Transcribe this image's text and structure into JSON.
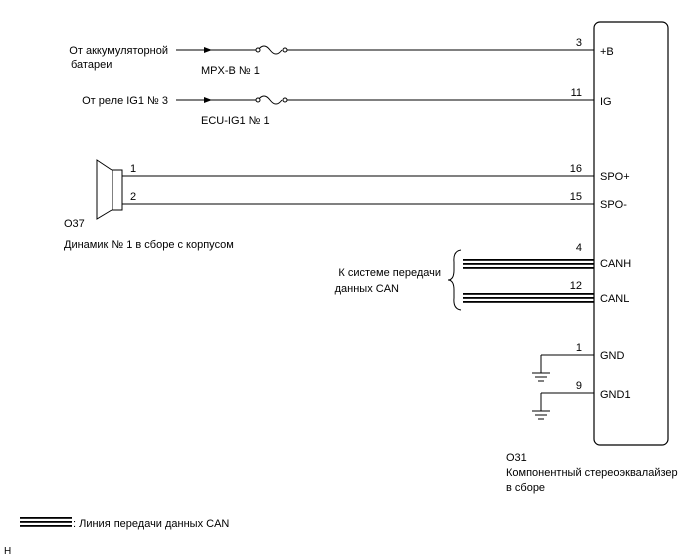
{
  "sources": {
    "battery_line1": "От аккумуляторной",
    "battery_line2": "батареи",
    "relay": "От реле IG1 № 3"
  },
  "fuses": {
    "mpx": "MPX-B № 1",
    "ecu": "ECU-IG1 № 1"
  },
  "speaker": {
    "id": "O37",
    "name": "Динамик № 1 в сборе с корпусом",
    "pin1": "1",
    "pin2": "2"
  },
  "can_note": {
    "line1": "К системе передачи",
    "line2": "данных CAN"
  },
  "component": {
    "id": "O31",
    "name_line1": "Компонентный стереоэквалайзер",
    "name_line2": "в сборе"
  },
  "terminals": [
    {
      "pin": "3",
      "label": "+B"
    },
    {
      "pin": "11",
      "label": "IG"
    },
    {
      "pin": "16",
      "label": "SPO+"
    },
    {
      "pin": "15",
      "label": "SPO-"
    },
    {
      "pin": "4",
      "label": "CANH"
    },
    {
      "pin": "12",
      "label": "CANL"
    },
    {
      "pin": "1",
      "label": "GND"
    },
    {
      "pin": "9",
      "label": "GND1"
    }
  ],
  "legend": {
    "text": ": Линия передачи данных CAN"
  },
  "footer": {
    "mark": "H"
  }
}
